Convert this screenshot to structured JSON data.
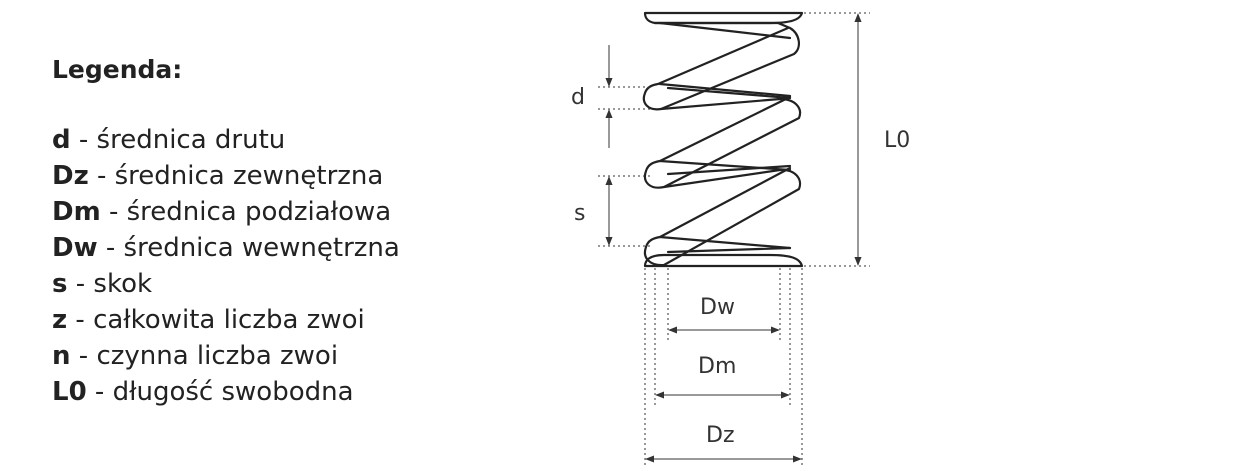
{
  "legend": {
    "title": "Legenda:",
    "items": [
      {
        "symbol": "d",
        "separator": " - ",
        "description": "średnica drutu"
      },
      {
        "symbol": "Dz",
        "separator": " - ",
        "description": "średnica zewnętrzna"
      },
      {
        "symbol": "Dm",
        "separator": " - ",
        "description": "średnica podziałowa"
      },
      {
        "symbol": "Dw",
        "separator": " - ",
        "description": "średnica wewnętrzna"
      },
      {
        "symbol": "s",
        "separator": " - ",
        "description": "skok"
      },
      {
        "symbol": "z",
        "separator": " - ",
        "description": "całkowita liczba zwoi"
      },
      {
        "symbol": "n",
        "separator": " - ",
        "description": "czynna liczba zwoi"
      },
      {
        "symbol": "L0",
        "separator": " - ",
        "description": "długość swobodna"
      }
    ]
  },
  "diagram": {
    "labels": {
      "d": "d",
      "s": "s",
      "L0": "L0",
      "Dw": "Dw",
      "Dm": "Dm",
      "Dz": "Dz"
    },
    "colors": {
      "line": "#222222",
      "dimension": "#333333"
    }
  }
}
